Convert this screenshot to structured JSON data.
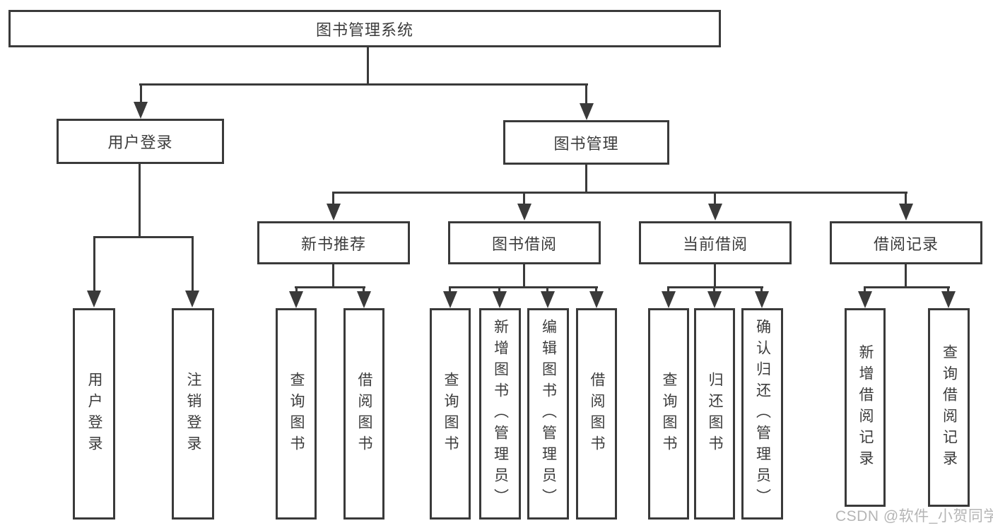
{
  "tree": {
    "root": {
      "label": "图书管理系统",
      "children": [
        {
          "label": "用户登录",
          "children": [
            {
              "label": "用户登录"
            },
            {
              "label": "注销登录"
            }
          ]
        },
        {
          "label": "图书管理",
          "children": [
            {
              "label": "新书推荐",
              "children": [
                {
                  "label": "查询图书"
                },
                {
                  "label": "借阅图书"
                }
              ]
            },
            {
              "label": "图书借阅",
              "children": [
                {
                  "label": "查询图书"
                },
                {
                  "label": "新增图书（管理员）"
                },
                {
                  "label": "编辑图书（管理员）"
                },
                {
                  "label": "借阅图书"
                }
              ]
            },
            {
              "label": "当前借阅",
              "children": [
                {
                  "label": "查询图书"
                },
                {
                  "label": "归还图书"
                },
                {
                  "label": "确认归还（管理员）"
                }
              ]
            },
            {
              "label": "借阅记录",
              "children": [
                {
                  "label": "新增借阅记录"
                },
                {
                  "label": "查询借阅记录"
                }
              ]
            }
          ]
        }
      ]
    }
  },
  "watermark": {
    "text": "CSDN @软件_小贺同学"
  },
  "colors": {
    "line": "#3a3a3a",
    "text": "#3c3c3c",
    "watermark": "#b5b5b5",
    "background": "#ffffff"
  }
}
